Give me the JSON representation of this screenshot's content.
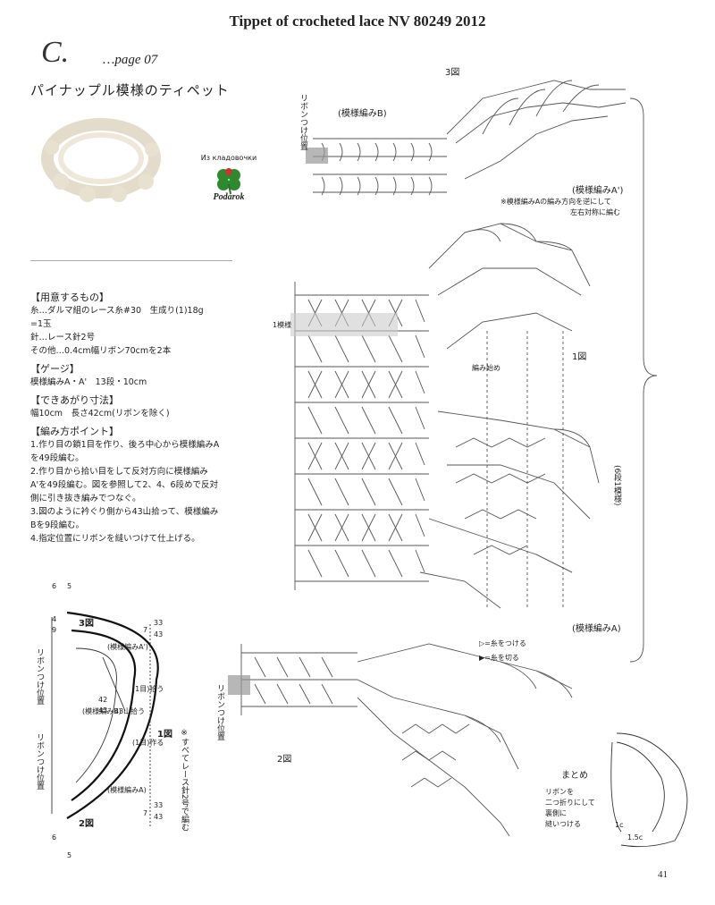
{
  "header": {
    "title": "Tippet of crocheted lace NV 80249 2012"
  },
  "intro": {
    "section_letter": "C.",
    "page_ref": "…page 07",
    "title_jp": "パイナップル模様のティペット"
  },
  "stamp": {
    "caption": "Из кладовочки",
    "logo": "Podarok"
  },
  "materials": {
    "prep_head": "【用意するもの】",
    "yarn": "糸…ダルマ組のレース糸#30　生成り(1)18g",
    "yarn2": "=1玉",
    "needle": "針…レース針2号",
    "other": "その他…0.4cm幅リボン70cmを2本",
    "gauge_head": "【ゲージ】",
    "gauge": "模様編みA・A'　13段・10cm",
    "size_head": "【できあがり寸法】",
    "size": "幅10cm　長さ42cm(リボンを除く)",
    "points_head": "【編み方ポイント】",
    "points": [
      "1.作り目の鎖1目を作り、後ろ中心から模様編みA",
      "を49段編む。",
      "2.作り目から拾い目をして反対方向に模様編み",
      "A'を49段編む。図を参照して2、4、6段めで反対",
      "側に引き抜き編みでつなぐ。",
      "3.図のように衿ぐり側から43山拾って、模様編み",
      "Bを9段編む。",
      "4.指定位置にリボンを縫いつけて仕上げる。"
    ]
  },
  "diagram_top": {
    "fig_label": "3図",
    "pattern_b": "(模様編みB)",
    "ribbon_pos": "リボンつけ位置",
    "pattern_a_prime": "(模様編みA')",
    "note": "※模様編みAの編み方向を逆にして",
    "note2": "左右対称に編む"
  },
  "diagram_mid": {
    "fig_label": "1図",
    "pattern_one": "1模様",
    "start": "編み始め",
    "six_rows": "(6段1模様)"
  },
  "diagram_bottom": {
    "fig_label": "2図",
    "pattern_a": "(模様編みA)",
    "ribbon_pos": "リボンつけ位置",
    "legend_attach": "=糸をつける",
    "legend_cut": "=糸を切る"
  },
  "schematic": {
    "fig3": "3図",
    "fig2": "2図",
    "fig1": "1図",
    "pat_a_prime": "(模様編みA')",
    "pat_b": "(模様編みB)",
    "pat_a": "(模様編みA)",
    "rows33a": "33",
    "rows43a": "43",
    "rows33b": "33",
    "rows43b": "43",
    "n6a": "6",
    "n5a": "5",
    "n4": "4",
    "n9": "9",
    "n7a": "7",
    "n7b": "7",
    "n42": "42",
    "n43": "43",
    "n6b": "6",
    "n5b": "5",
    "ribbon1": "リボンつけ位置",
    "ribbon2": "リボンつけ位置",
    "pickup": "(1目)拾う",
    "pickup2": "43山拾う",
    "make1": "(1目)作る",
    "note": "※すべてレース針2号で編む"
  },
  "finish": {
    "title": "まとめ",
    "text1": "リボンを",
    "text2": "二つ折りにして",
    "text3": "裏側に",
    "text4": "縫いつける",
    "d1": "1c",
    "d2": "1.5c"
  },
  "footer": {
    "page_number": "41"
  }
}
